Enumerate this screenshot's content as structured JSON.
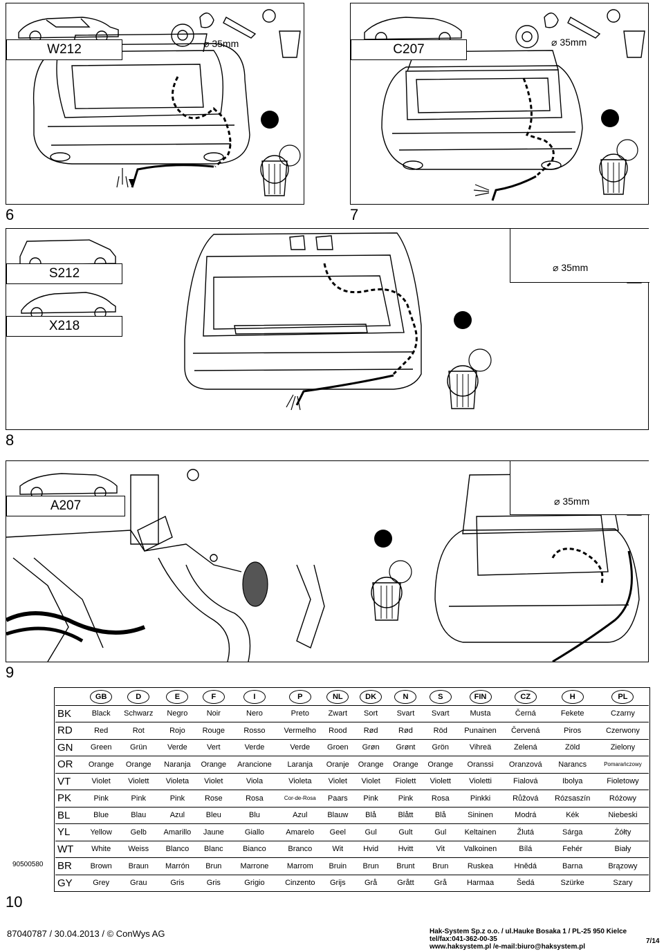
{
  "steps": {
    "s6": {
      "number": "6",
      "model": "W212",
      "diameter": "35mm"
    },
    "s7": {
      "number": "7",
      "model": "C207",
      "diameter": "35mm"
    },
    "s8": {
      "number": "8",
      "models": [
        "S212",
        "X218"
      ],
      "diameter": "35mm"
    },
    "s9": {
      "number": "9",
      "model": "A207",
      "diameter": "35mm"
    },
    "s10": {
      "number": "10"
    }
  },
  "colors_table": {
    "languages": [
      "GB",
      "D",
      "E",
      "F",
      "I",
      "P",
      "NL",
      "DK",
      "N",
      "S",
      "FIN",
      "CZ",
      "H",
      "PL"
    ],
    "rows": [
      {
        "code": "BK",
        "names": [
          "Black",
          "Schwarz",
          "Negro",
          "Noir",
          "Nero",
          "Preto",
          "Zwart",
          "Sort",
          "Svart",
          "Svart",
          "Musta",
          "Černá",
          "Fekete",
          "Czarny"
        ]
      },
      {
        "code": "RD",
        "names": [
          "Red",
          "Rot",
          "Rojo",
          "Rouge",
          "Rosso",
          "Vermelho",
          "Rood",
          "Rød",
          "Rød",
          "Röd",
          "Punainen",
          "Červená",
          "Piros",
          "Czerwony"
        ]
      },
      {
        "code": "GN",
        "names": [
          "Green",
          "Grün",
          "Verde",
          "Vert",
          "Verde",
          "Verde",
          "Groen",
          "Grøn",
          "Grønt",
          "Grön",
          "Vihreä",
          "Zelená",
          "Zöld",
          "Zielony"
        ]
      },
      {
        "code": "OR",
        "names": [
          "Orange",
          "Orange",
          "Naranja",
          "Orange",
          "Arancione",
          "Laranja",
          "Oranje",
          "Orange",
          "Orange",
          "Orange",
          "Oranssi",
          "Oranzová",
          "Narancs",
          "Pomarańczowy"
        ]
      },
      {
        "code": "VT",
        "names": [
          "Violet",
          "Violett",
          "Violeta",
          "Violet",
          "Viola",
          "Violeta",
          "Violet",
          "Violet",
          "Fiolett",
          "Violett",
          "Violetti",
          "Fialová",
          "Ibolya",
          "Fioletowy"
        ]
      },
      {
        "code": "PK",
        "names": [
          "Pink",
          "Pink",
          "Pink",
          "Rose",
          "Rosa",
          "Cor-de-Rosa",
          "Paars",
          "Pink",
          "Pink",
          "Rosa",
          "Pinkki",
          "Růžová",
          "Rózsaszín",
          "Różowy"
        ]
      },
      {
        "code": "BL",
        "names": [
          "Blue",
          "Blau",
          "Azul",
          "Bleu",
          "Blu",
          "Azul",
          "Blauw",
          "Blå",
          "Blått",
          "Blå",
          "Sininen",
          "Modrá",
          "Kék",
          "Niebeski"
        ]
      },
      {
        "code": "YL",
        "names": [
          "Yellow",
          "Gelb",
          "Amarillo",
          "Jaune",
          "Giallo",
          "Amarelo",
          "Geel",
          "Gul",
          "Gult",
          "Gul",
          "Keltainen",
          "Žlutá",
          "Sárga",
          "Żółty"
        ]
      },
      {
        "code": "WT",
        "names": [
          "White",
          "Weiss",
          "Blanco",
          "Blanc",
          "Bianco",
          "Branco",
          "Wit",
          "Hvid",
          "Hvitt",
          "Vit",
          "Valkoinen",
          "Bílá",
          "Fehér",
          "Biały"
        ]
      },
      {
        "code": "BR",
        "names": [
          "Brown",
          "Braun",
          "Marrón",
          "Brun",
          "Marrone",
          "Marrom",
          "Bruin",
          "Brun",
          "Brunt",
          "Brun",
          "Ruskea",
          "Hnědá",
          "Barna",
          "Brązowy"
        ]
      },
      {
        "code": "GY",
        "names": [
          "Grey",
          "Grau",
          "Gris",
          "Gris",
          "Grigio",
          "Cinzento",
          "Grijs",
          "Grå",
          "Grått",
          "Grå",
          "Harmaa",
          "Šedá",
          "Szürke",
          "Szary"
        ]
      }
    ]
  },
  "doc_id": "90500580",
  "footer": {
    "left": "87040787 / 30.04.2013 / © ConWys AG",
    "right_line1": "Hak-System Sp.z o.o. / ul.Hauke Bosaka 1 / PL-25 950 Kielce",
    "right_line2": "tel/fax:041-362-00-35",
    "right_line3": "www.haksystem.pl /e-mail:biuro@haksystem.pl",
    "page": "7/14"
  }
}
